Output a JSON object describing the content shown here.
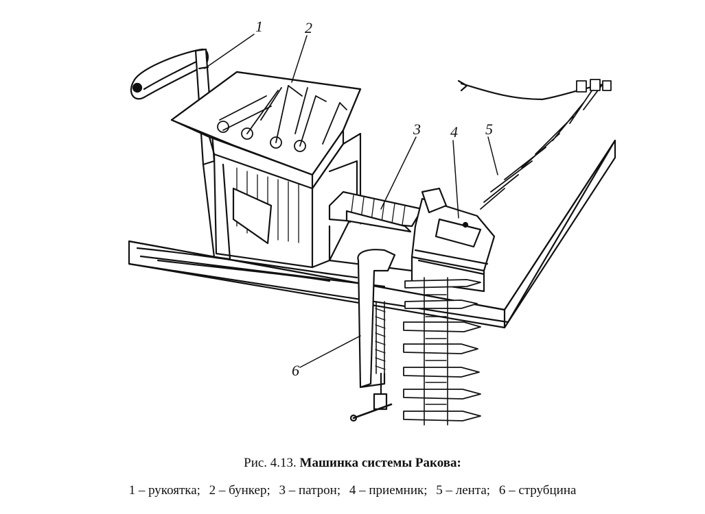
{
  "figure": {
    "number": "Рис. 4.13.",
    "title": "Машинка системы Ракова:"
  },
  "legend": [
    {
      "num": "1",
      "text": "1 – рукоятка;"
    },
    {
      "num": "2",
      "text": "2 – бункер;"
    },
    {
      "num": "3",
      "text": "3 – патрон;"
    },
    {
      "num": "4",
      "text": "4 – приемник;"
    },
    {
      "num": "5",
      "text": "5 – лента;"
    },
    {
      "num": "6",
      "text": "6 – струбцина"
    }
  ],
  "callouts": {
    "c1": "1",
    "c2": "2",
    "c3": "3",
    "c4": "4",
    "c5": "5",
    "c6": "6"
  }
}
